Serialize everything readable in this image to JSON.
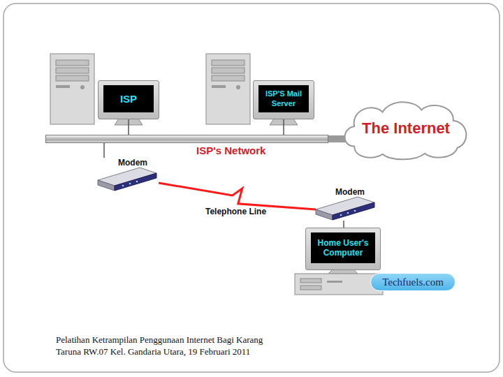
{
  "diagram": {
    "caption": "Pelatihan Ketrampilan Penggunaan Internet Bagi Karang Taruna RW.07 Kel. Gandaria Utara, 19 Februari 2011",
    "nodes": [
      {
        "text": [
          "ISP"
        ]
      },
      {
        "text": [
          "ISP'S Mail Server"
        ]
      },
      {
        "text": [
          "The Internet"
        ]
      },
      {
        "text": [
          "ISP's Network"
        ]
      },
      {
        "text": [
          "Modem"
        ]
      },
      {
        "text": [
          "Modem"
        ]
      },
      {
        "text": [
          "Home User's Computer"
        ]
      },
      {
        "text": [
          "Techfuels.com"
        ]
      }
    ],
    "edges": [
      {
        "from": 0,
        "to": 3,
        "arrow": "none"
      },
      {
        "from": 1,
        "to": 3,
        "arrow": "none"
      },
      {
        "from": 3,
        "to": 2,
        "arrow": "none"
      },
      {
        "from": 3,
        "to": 4,
        "arrow": "none"
      },
      {
        "from": 4,
        "to": 5,
        "label": "Telephone Line",
        "arrow": "none"
      },
      {
        "from": 5,
        "to": 6,
        "arrow": "none"
      }
    ]
  }
}
